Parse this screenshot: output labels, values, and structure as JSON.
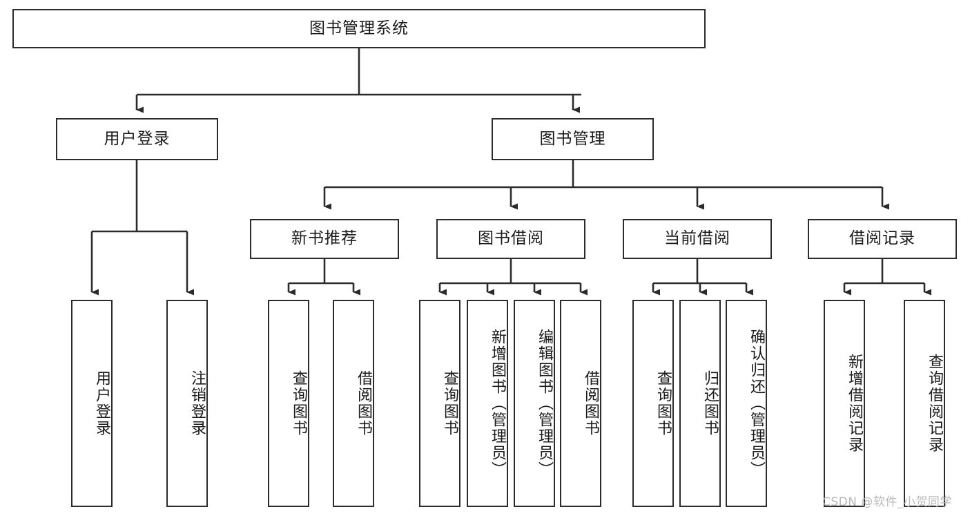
{
  "diagram": {
    "title": "图书管理系统",
    "type": "tree-hierarchy-diagram",
    "root": {
      "label": "图书管理系统"
    },
    "level2": [
      {
        "label": "用户登录"
      },
      {
        "label": "图书管理"
      }
    ],
    "level3": [
      {
        "label": "新书推荐"
      },
      {
        "label": "图书借阅"
      },
      {
        "label": "当前借阅"
      },
      {
        "label": "借阅记录"
      }
    ],
    "leaves": {
      "user_login": [
        {
          "label": "用户登录"
        },
        {
          "label": "注销登录"
        }
      ],
      "new_book_recommend": [
        {
          "label": "查询图书"
        },
        {
          "label": "借阅图书"
        }
      ],
      "book_borrow": [
        {
          "label": "查询图书"
        },
        {
          "label": "新增图书（管理员）"
        },
        {
          "label": "编辑图书（管理员）"
        },
        {
          "label": "借阅图书"
        }
      ],
      "current_borrow": [
        {
          "label": "查询图书"
        },
        {
          "label": "归还图书"
        },
        {
          "label": "确认归还（管理员）"
        }
      ],
      "borrow_record": [
        {
          "label": "新增借阅记录"
        },
        {
          "label": "查询借阅记录"
        }
      ]
    }
  },
  "watermark": {
    "text": "CSDN @软件_小贺同学"
  },
  "colors": {
    "stroke": "#2b2b2b",
    "fill": "#ffffff",
    "text": "#1a1a1a",
    "watermark": "#b9b9b9"
  }
}
